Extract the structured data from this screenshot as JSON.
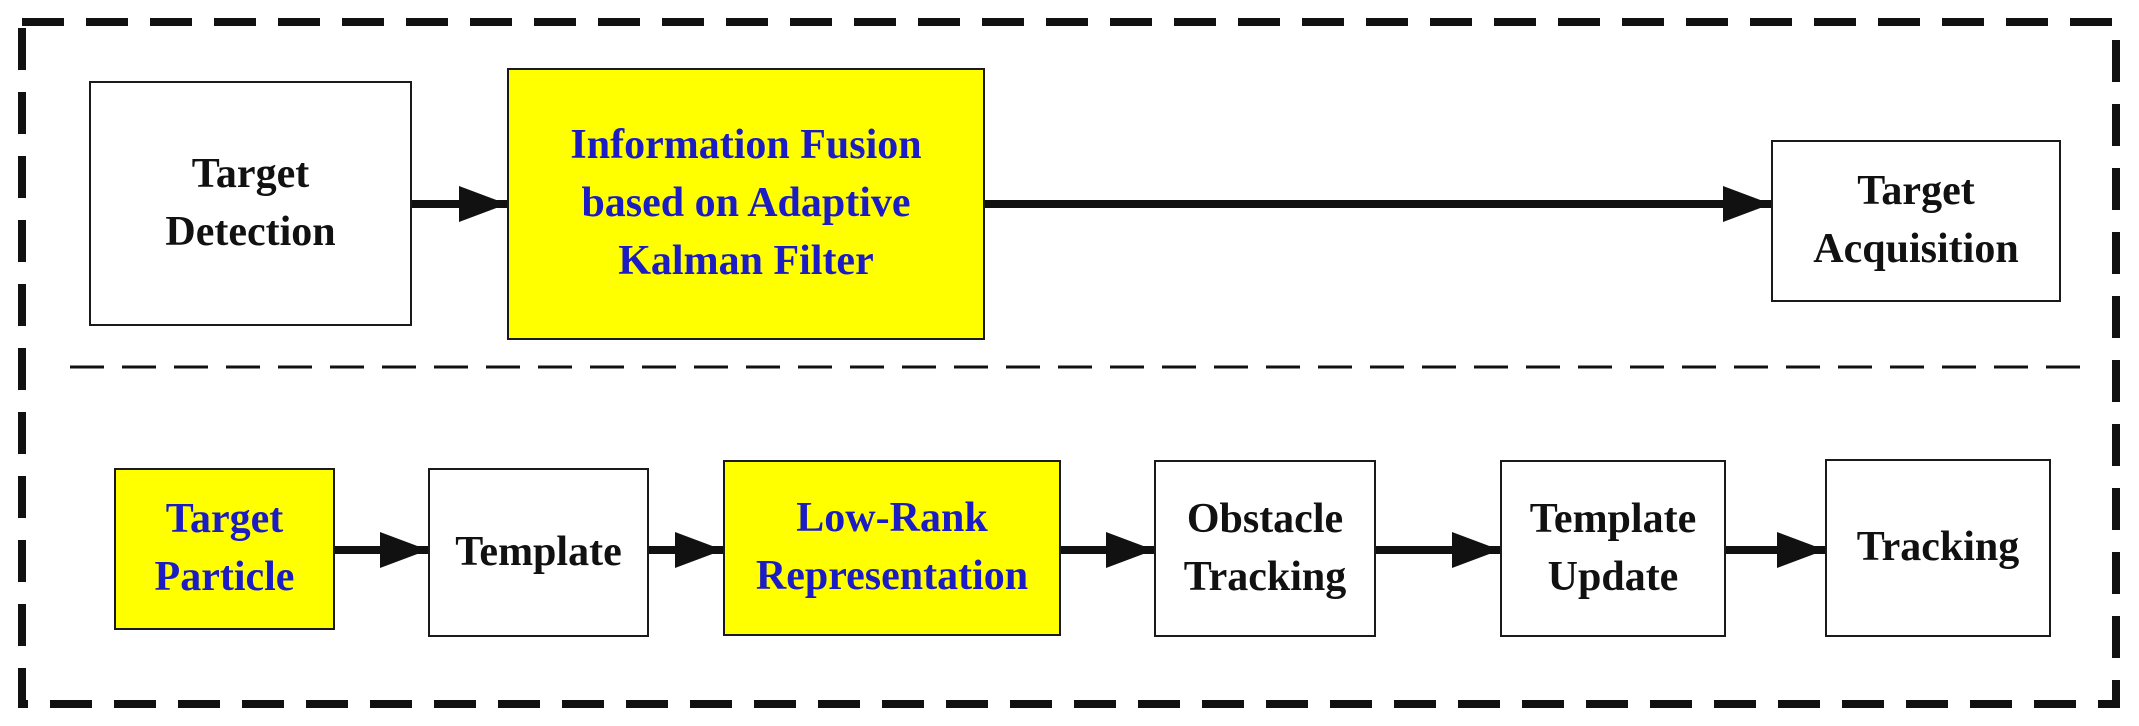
{
  "colors": {
    "highlight_fill": "#ffff00",
    "highlight_text": "#1c1cc4",
    "text": "#111111",
    "stroke": "#1a1a1a",
    "background": "#ffffff"
  },
  "top_row": {
    "target_detection": "Target\nDetection",
    "information_fusion": "Information Fusion\nbased on Adaptive\nKalman Filter",
    "target_acquisition": "Target\nAcquisition"
  },
  "bottom_row": {
    "target_particle": "Target\nParticle",
    "template": "Template",
    "low_rank_representation": "Low-Rank\nRepresentation",
    "obstacle_tracking": "Obstacle\nTracking",
    "template_update": "Template\nUpdate",
    "tracking": "Tracking"
  }
}
